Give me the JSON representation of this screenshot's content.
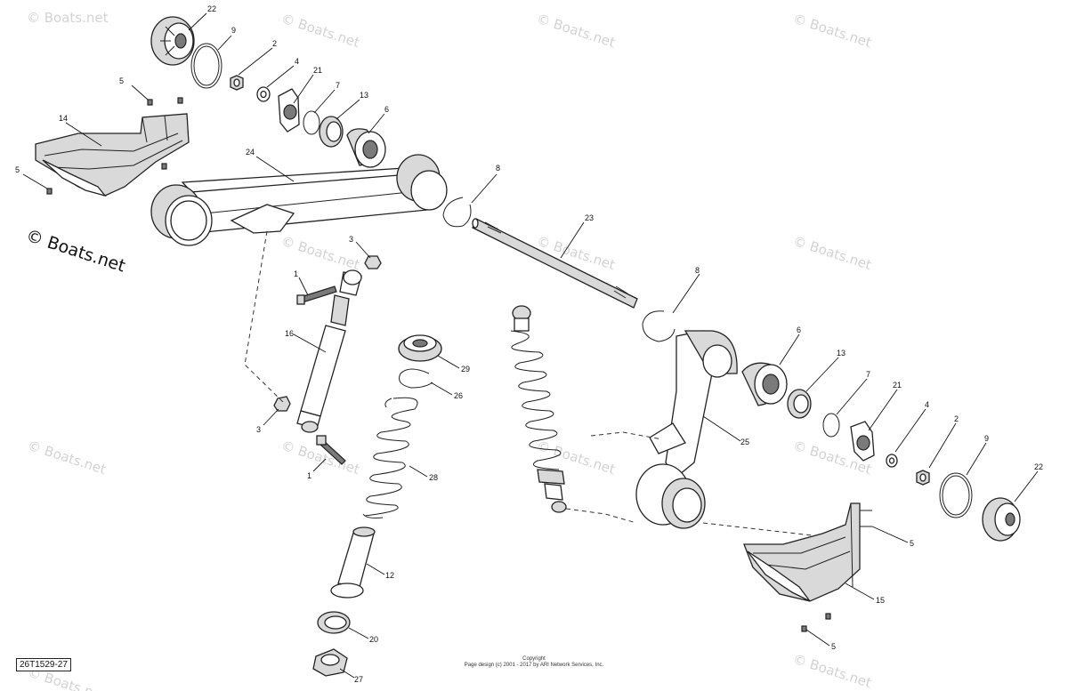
{
  "diagram": {
    "reference_id": "26T1529-27",
    "copyright_lines": [
      "Copyright",
      "Page design (c) 2001 - 2017 by ARI Network Services, Inc."
    ],
    "watermark_text": "© Boats.net",
    "watermark_primary": "© Boats.net",
    "callouts": [
      "22",
      "9",
      "2",
      "4",
      "21",
      "7",
      "13",
      "6",
      "5",
      "14",
      "5",
      "24",
      "8",
      "23",
      "3",
      "1",
      "16",
      "3",
      "1",
      "29",
      "26",
      "28",
      "12",
      "20",
      "27",
      "8",
      "6",
      "13",
      "7",
      "21",
      "4",
      "2",
      "9",
      "22",
      "25",
      "5",
      "15",
      "5"
    ]
  }
}
